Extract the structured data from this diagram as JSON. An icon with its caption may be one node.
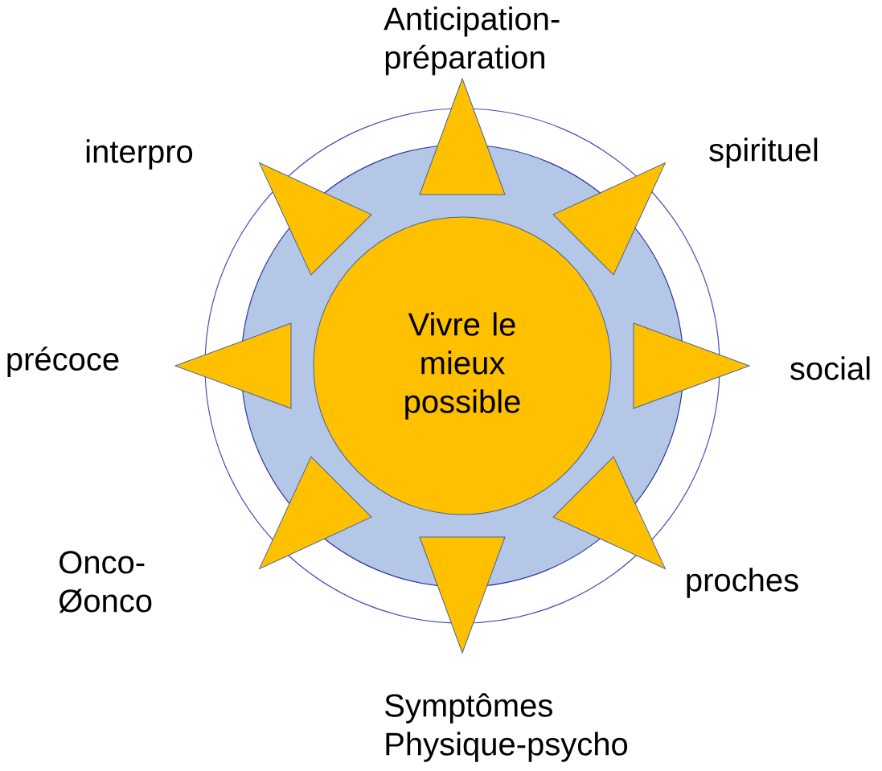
{
  "diagram": {
    "nodes": [
      {
        "text": [],
        "shape": "triangle",
        "beside": [
          "Anticipation-préparation"
        ]
      },
      {
        "text": [],
        "shape": "triangle",
        "beside": [
          "interpro"
        ]
      },
      {
        "text": [],
        "shape": "triangle",
        "beside": [
          "spirituel"
        ]
      },
      {
        "text": [],
        "shape": "triangle",
        "beside": [
          "précoce"
        ]
      },
      {
        "text": [
          "Vivre le mieux possible"
        ]
      },
      {
        "text": [],
        "shape": "triangle",
        "beside": [
          "social"
        ]
      },
      {
        "text": [],
        "shape": "triangle",
        "beside": [
          "Onco-Øonco"
        ]
      },
      {
        "text": [],
        "shape": "triangle",
        "beside": [
          "proches"
        ]
      },
      {
        "text": [],
        "shape": "triangle",
        "beside": [
          "Symptômes Physique-psycho"
        ]
      }
    ]
  }
}
